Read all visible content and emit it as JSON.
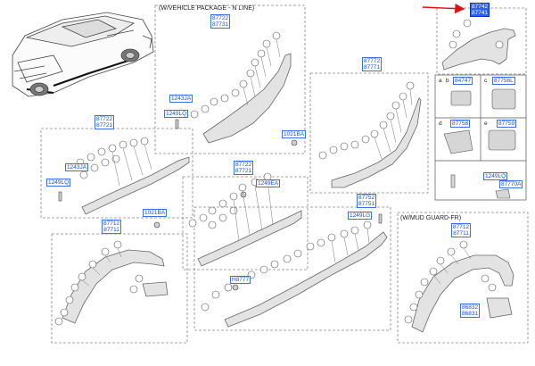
{
  "captions": {
    "n_line": "(W/VEHICLE PACKAGE - N LINE)",
    "mud_guard": "(W/MUD GUARD-FR)"
  },
  "labels": {
    "top_right": [
      "87742",
      "87741"
    ],
    "n_upper": [
      "87722",
      "87731"
    ],
    "n_right": [
      "87772",
      "87771"
    ],
    "rear_sill": [
      "87722",
      "87721"
    ],
    "mid": [
      "87722",
      "87721"
    ],
    "rear_arch": [
      "87712",
      "87711"
    ],
    "side_sill": [
      "87752",
      "87751"
    ],
    "mud_guard": [
      "87712",
      "87711"
    ],
    "mud_clip": [
      "86832",
      "86831"
    ]
  },
  "small_labels": {
    "l1243ja_a": "1243JA",
    "l1249lq_a": "1249LQ",
    "l1021ba_a": "1021BA",
    "l1243ja_b": "1243JA",
    "l1249lq_b": "1249LQ",
    "l1249ea": "1249EA",
    "l1021ba_b": "1021BA",
    "l1249lg": "1249LG",
    "h8777": "H8777"
  },
  "grid_cells": {
    "a": "a",
    "b": "b",
    "b_code": "84747",
    "c": "c",
    "c_code": "87756L",
    "d": "d",
    "d_code": "87758",
    "e": "e",
    "e_code": "87759",
    "f_code1": "1249LQ",
    "f_code2": "87770A"
  }
}
